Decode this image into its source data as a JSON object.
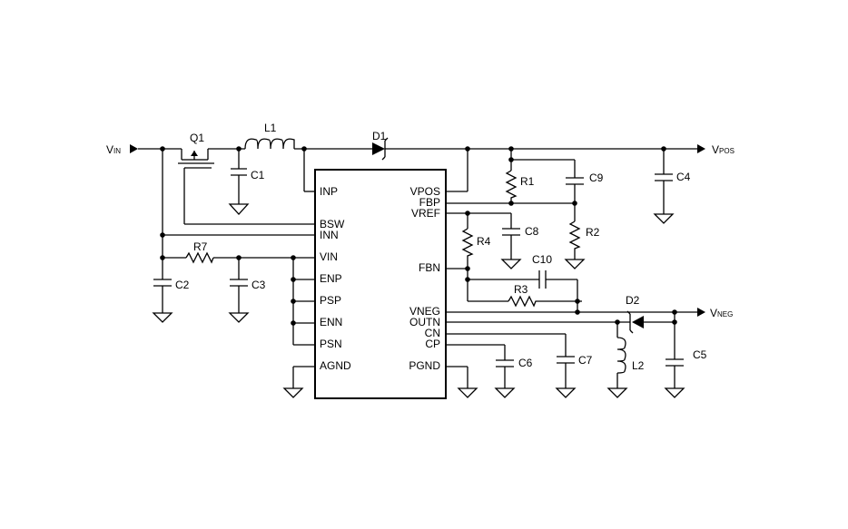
{
  "ic": {
    "left_pins": [
      "INP",
      "BSW",
      "INN",
      "VIN",
      "ENP",
      "PSP",
      "ENN",
      "PSN",
      "AGND"
    ],
    "right_pins": [
      "VPOS",
      "FBP",
      "VREF",
      "FBN",
      "VNEG",
      "OUTN",
      "CN",
      "CP",
      "PGND"
    ]
  },
  "components": {
    "q1": "Q1",
    "l1": "L1",
    "d1": "D1",
    "c1": "C1",
    "c2": "C2",
    "c3": "C3",
    "c4": "C4",
    "c5": "C5",
    "c6": "C6",
    "c7": "C7",
    "c8": "C8",
    "c9": "C9",
    "c10": "C10",
    "r1": "R1",
    "r2": "R2",
    "r3": "R3",
    "r4": "R4",
    "r7": "R7",
    "d2": "D2",
    "l2": "L2"
  },
  "nets": {
    "vin_main": "V",
    "vin_sub": "IN",
    "vpos_main": "V",
    "vpos_sub": "POS",
    "vneg_main": "V",
    "vneg_sub": "NEG"
  }
}
